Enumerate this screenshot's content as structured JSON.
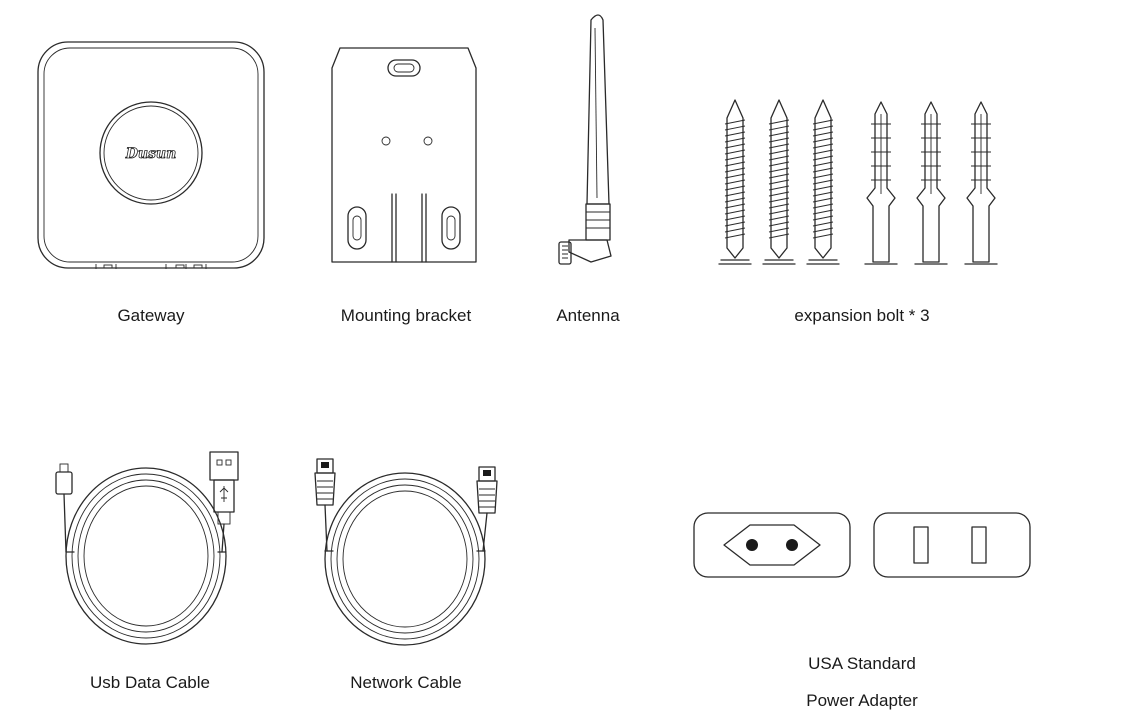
{
  "items": {
    "gateway": {
      "label": "Gateway",
      "logo": "Dusun"
    },
    "bracket": {
      "label": "Mounting bracket"
    },
    "antenna": {
      "label": "Antenna"
    },
    "bolts": {
      "label": "expansion bolt * 3"
    },
    "usb_cable": {
      "label": "Usb Data Cable"
    },
    "network_cable": {
      "label": "Network Cable"
    },
    "power_adapter": {
      "label_line1": "USA Standard",
      "label_line2": "Power Adapter"
    }
  }
}
